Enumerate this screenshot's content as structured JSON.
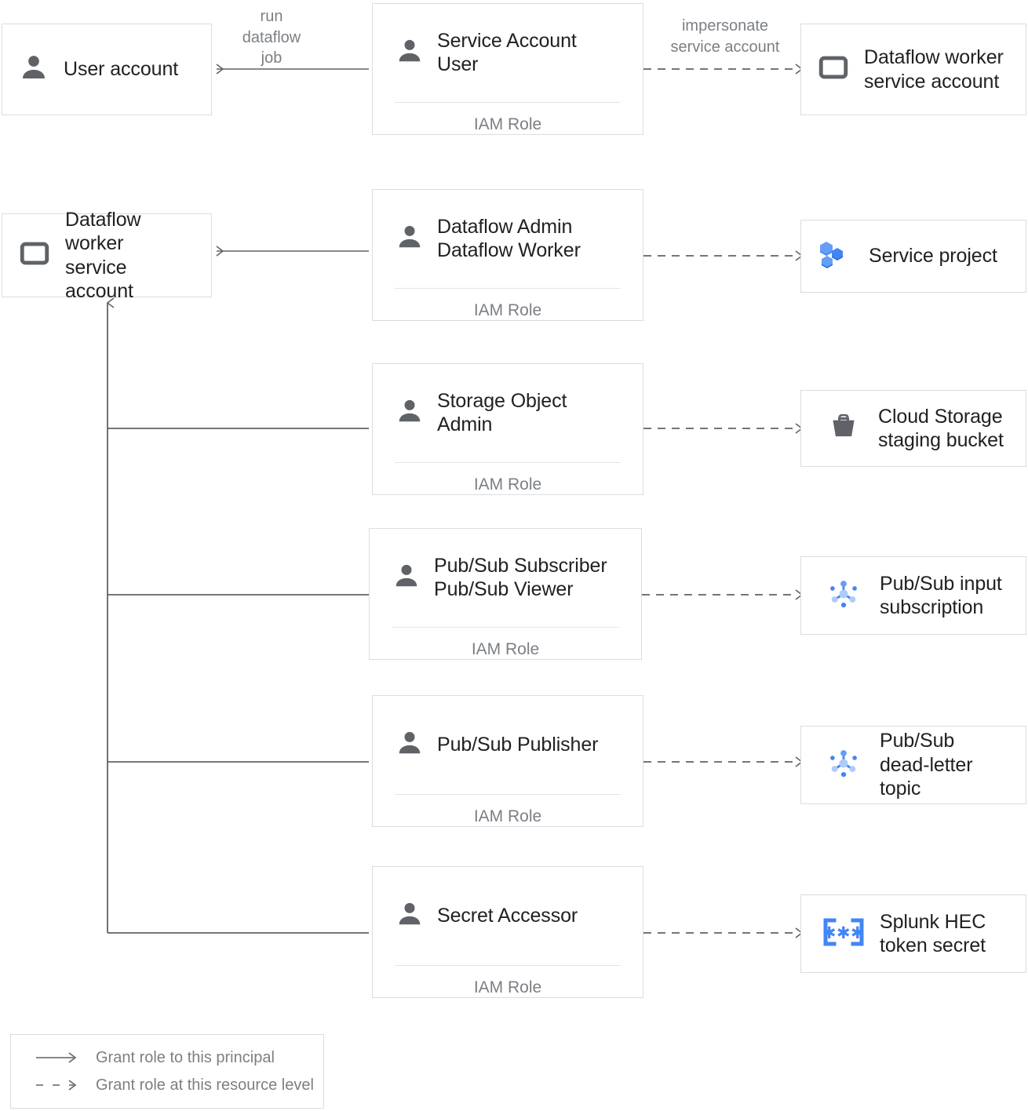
{
  "diagram": {
    "title": "Dataflow IAM roles and resource grants",
    "colors": {
      "box_border": "#dadce0",
      "line": "#5f6368",
      "icon_gray": "#5f6368",
      "blue_primary": "#4285f4",
      "blue_light": "#aecbfa",
      "blue_dark": "#3367d6",
      "text_primary": "#202124",
      "text_muted": "#7b7f84",
      "rule": "#e3e5e8"
    }
  },
  "principals": [
    {
      "id": "user-account",
      "label": "User account",
      "icon": "person-icon"
    },
    {
      "id": "dataflow-worker-service-account-left",
      "label": "Dataflow worker\nservice account",
      "icon": "service-account-icon"
    }
  ],
  "role_cards": [
    {
      "id": "service-account-user",
      "title": "Service Account User",
      "subtitle": "IAM Role",
      "icon": "person-icon"
    },
    {
      "id": "dataflow-admin-worker",
      "title": "Dataflow Admin\nDataflow Worker",
      "subtitle": "IAM Role",
      "icon": "person-icon"
    },
    {
      "id": "storage-object-admin",
      "title": "Storage Object Admin",
      "subtitle": "IAM Role",
      "icon": "person-icon"
    },
    {
      "id": "pubsub-subscriber-viewer",
      "title": "Pub/Sub Subscriber\nPub/Sub Viewer",
      "subtitle": "IAM Role",
      "icon": "person-icon"
    },
    {
      "id": "pubsub-publisher",
      "title": "Pub/Sub Publisher",
      "subtitle": "IAM Role",
      "icon": "person-icon"
    },
    {
      "id": "secret-accessor",
      "title": "Secret Accessor",
      "subtitle": "IAM Role",
      "icon": "person-icon"
    }
  ],
  "resources": [
    {
      "id": "dataflow-worker-service-account-right",
      "label": "Dataflow worker\nservice account",
      "icon": "service-account-icon"
    },
    {
      "id": "service-project",
      "label": "Service project",
      "icon": "project-hexagons-icon"
    },
    {
      "id": "cloud-storage-staging-bucket",
      "label": "Cloud Storage\nstaging bucket",
      "icon": "cloud-storage-bucket-icon"
    },
    {
      "id": "pubsub-input-subscription",
      "label": "Pub/Sub input\nsubscription",
      "icon": "pubsub-icon"
    },
    {
      "id": "pubsub-dead-letter-topic",
      "label": "Pub/Sub\ndead-letter topic",
      "icon": "pubsub-icon"
    },
    {
      "id": "splunk-hec-token-secret",
      "label": "Splunk HEC\ntoken secret",
      "icon": "secret-manager-icon"
    }
  ],
  "edge_labels": {
    "run_dataflow_job": "run\ndataflow\njob",
    "impersonate_service_account": "impersonate\nservice account"
  },
  "legend": {
    "items": [
      {
        "id": "solid",
        "text": "Grant role to this principal",
        "style": "solid-arrow"
      },
      {
        "id": "dashed",
        "text": "Grant role at this resource level",
        "style": "dashed-arrow"
      }
    ]
  }
}
